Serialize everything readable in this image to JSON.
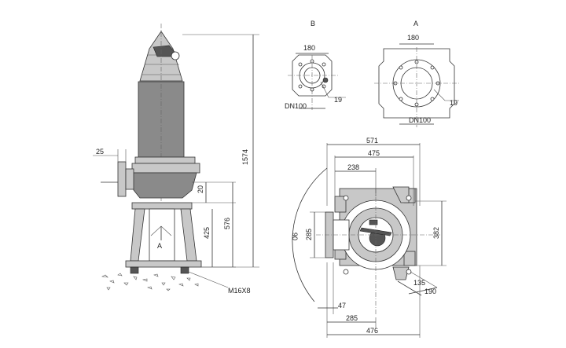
{
  "views": {
    "b_label": "B",
    "a_label": "A",
    "side_arrow_label": "A"
  },
  "dims": {
    "total_height": "1574",
    "flange_offset": "25",
    "d20": "20",
    "d425": "425",
    "d576": "576",
    "bolt": "M16X8",
    "b_180": "180",
    "b_19": "19",
    "b_dn": "DN100",
    "a_180": "180",
    "a_19": "19",
    "a_dn": "DN100",
    "p571": "571",
    "p475": "475",
    "p238": "238",
    "p285v": "285",
    "p382": "382",
    "p90": "90",
    "p135": "135",
    "p190": "190",
    "p47": "47",
    "p285h": "285",
    "p476": "476"
  }
}
